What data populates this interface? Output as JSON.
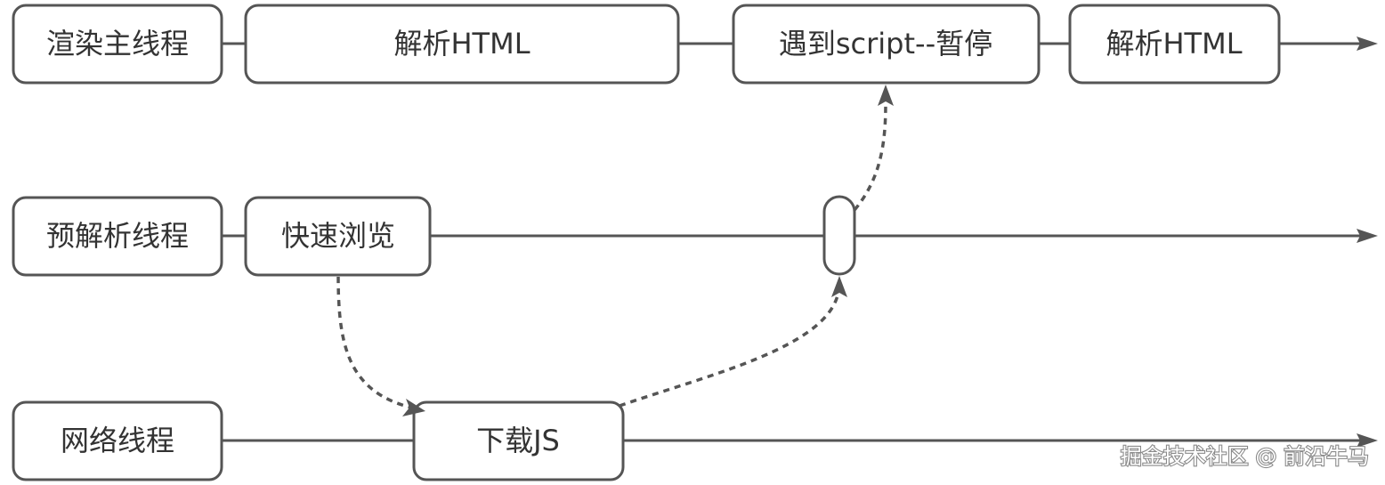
{
  "threads": {
    "main": {
      "label": "渲染主线程",
      "steps": [
        "解析HTML",
        "遇到script--暂停",
        "解析HTML"
      ]
    },
    "preparse": {
      "label": "预解析线程",
      "steps": [
        "快速浏览"
      ]
    },
    "network": {
      "label": "网络线程",
      "steps": [
        "下载JS"
      ]
    }
  },
  "watermark": "掘金技术社区 @ 前沿牛马",
  "colors": {
    "stroke": "#555555",
    "text": "#333333",
    "background": "#ffffff"
  }
}
